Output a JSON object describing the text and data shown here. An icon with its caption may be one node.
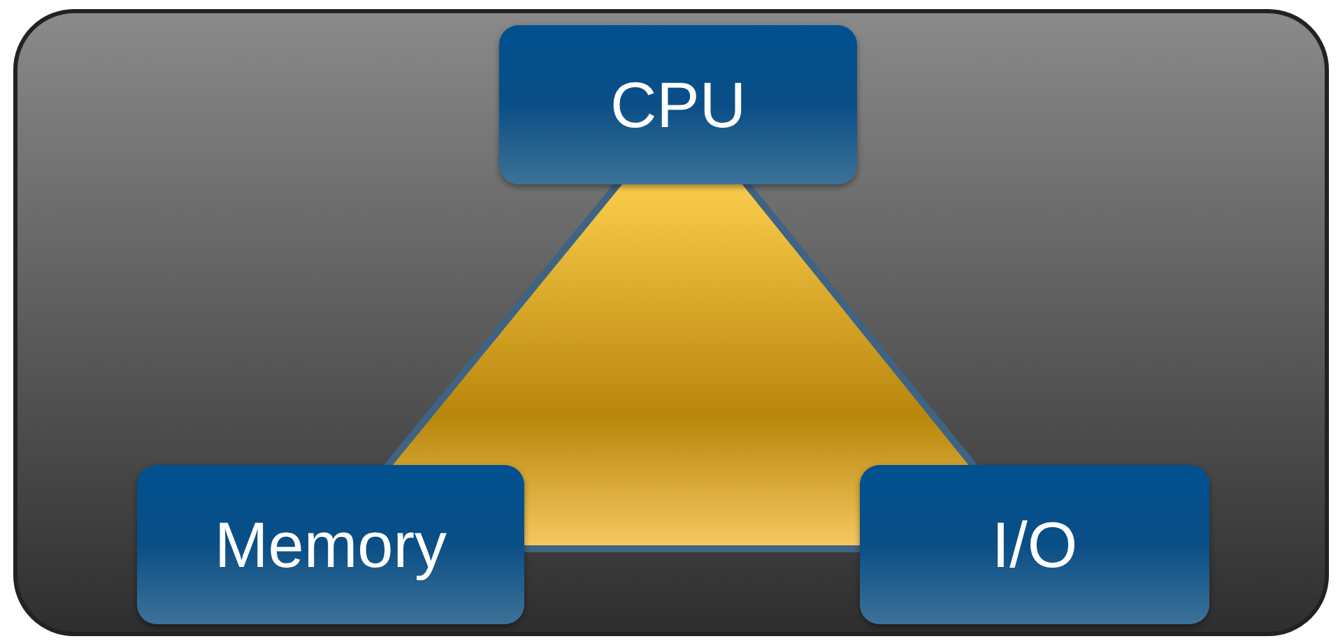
{
  "diagram": {
    "nodes": [
      {
        "text": [
          "CPU"
        ]
      },
      {
        "text": [
          "Memory"
        ]
      },
      {
        "text": [
          "I/O"
        ]
      }
    ]
  }
}
